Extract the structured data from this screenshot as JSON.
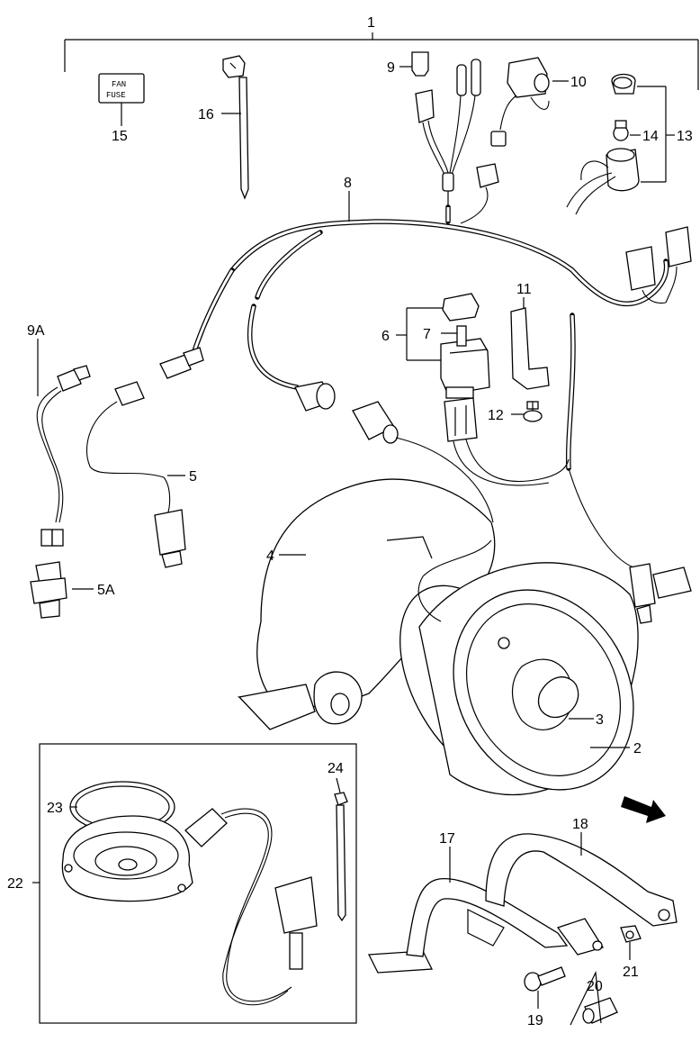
{
  "callouts": {
    "c1": "1",
    "c2": "2",
    "c3": "3",
    "c4": "4",
    "c5": "5",
    "c5a": "5A",
    "c6": "6",
    "c7": "7",
    "c8": "8",
    "c9": "9",
    "c9a": "9A",
    "c10": "10",
    "c11": "11",
    "c12": "12",
    "c13": "13",
    "c14": "14",
    "c15": "15",
    "c16": "16",
    "c17": "17",
    "c18": "18",
    "c19": "19",
    "c20": "20",
    "c21": "21",
    "c22": "22",
    "c23": "23",
    "c24": "24"
  },
  "fuse_label": {
    "line1": "FAN",
    "line2": "FUSE"
  },
  "fwd_label": "FWD"
}
